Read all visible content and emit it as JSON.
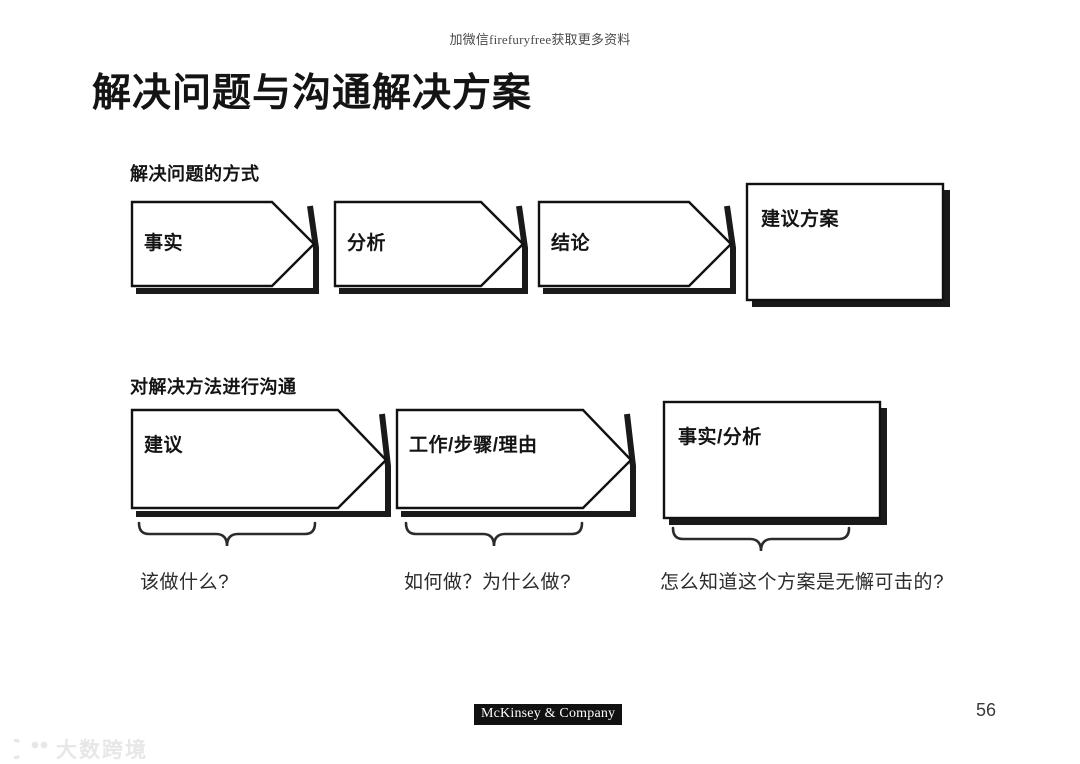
{
  "top_note": "加微信firefuryfree获取更多资料",
  "title": "解决问题与沟通解决方案",
  "sections": {
    "row1": {
      "label": "解决问题的方式",
      "steps": [
        {
          "label": "事实",
          "shape": "chevron"
        },
        {
          "label": "分析",
          "shape": "chevron"
        },
        {
          "label": "结论",
          "shape": "chevron"
        },
        {
          "label": "建议方案",
          "shape": "rectangle"
        }
      ]
    },
    "row2": {
      "label": "对解决方法进行沟通",
      "steps": [
        {
          "label": "建议",
          "shape": "chevron",
          "caption": "该做什么?"
        },
        {
          "label": "工作/步骤/理由",
          "shape": "chevron",
          "caption": "如何做？为什么做?"
        },
        {
          "label": "事实/分析",
          "shape": "rectangle",
          "caption": "怎么知道这个方案是无懈可击的?"
        }
      ]
    }
  },
  "footer": {
    "logo": "McKinsey & Company",
    "page_number": "56"
  },
  "watermark": {
    "text": "大数跨境"
  },
  "colors": {
    "stroke": "#111111",
    "shadow": "#1a1a1a",
    "fill": "#ffffff",
    "text": "#141414",
    "logo_bg": "#111111",
    "watermark": "#e6e6e6"
  }
}
